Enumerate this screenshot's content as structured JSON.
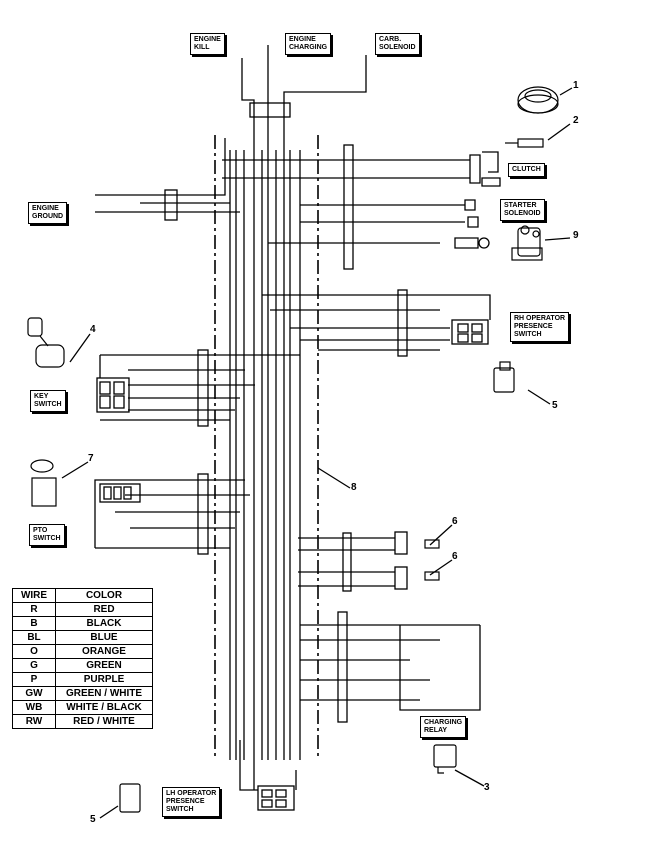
{
  "labels": {
    "engine_kill": "ENGINE\nKILL",
    "engine_charging": "ENGINE\nCHARGING",
    "carb_solenoid": "CARB.\nSOLENOID",
    "clutch": "CLUTCH",
    "engine_ground": "ENGINE\nGROUND",
    "starter_solenoid": "STARTER\nSOLENOID",
    "rh_operator": "RH OPERATOR\nPRESENCE\nSWITCH",
    "key_switch": "KEY\nSWITCH",
    "pto_switch": "PTO\nSWITCH",
    "charging_relay": "CHARGING\nRELAY",
    "lh_operator": "LH OPERATOR\nPRESENCE\nSWITCH"
  },
  "callouts": {
    "n1": "1",
    "n2": "2",
    "n3": "3",
    "n4": "4",
    "n5a": "5",
    "n5b": "5",
    "n6a": "6",
    "n6b": "6",
    "n7": "7",
    "n8": "8",
    "n9": "9"
  },
  "legend": {
    "header_wire": "WIRE",
    "header_color": "COLOR",
    "rows": [
      {
        "wire": "R",
        "color": "RED"
      },
      {
        "wire": "B",
        "color": "BLACK"
      },
      {
        "wire": "BL",
        "color": "BLUE"
      },
      {
        "wire": "O",
        "color": "ORANGE"
      },
      {
        "wire": "G",
        "color": "GREEN"
      },
      {
        "wire": "P",
        "color": "PURPLE"
      },
      {
        "wire": "GW",
        "color": "GREEN / WHITE"
      },
      {
        "wire": "WB",
        "color": "WHITE / BLACK"
      },
      {
        "wire": "RW",
        "color": "RED / WHITE"
      }
    ]
  },
  "colors": {
    "line": "#000000",
    "background": "#ffffff"
  }
}
